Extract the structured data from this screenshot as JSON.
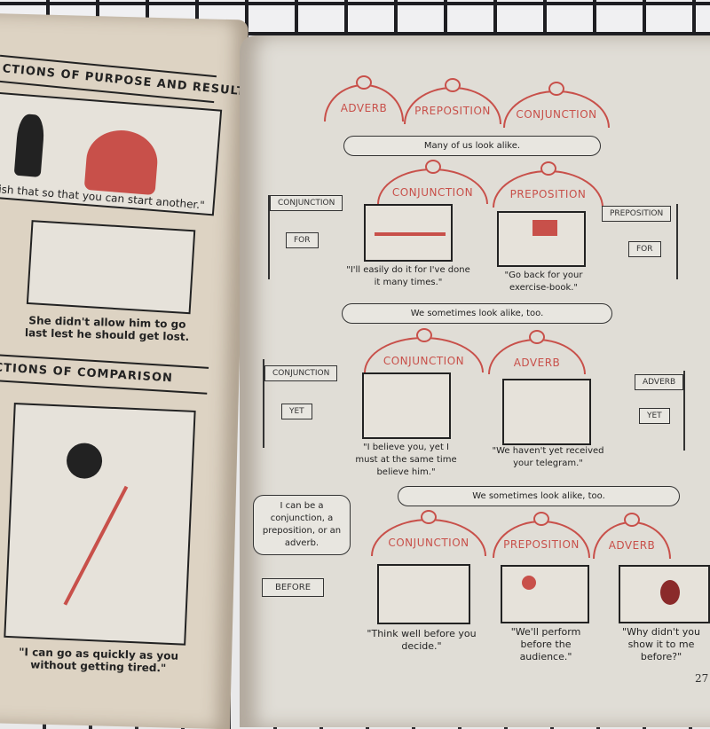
{
  "left_page": {
    "heading1": "CTIONS OF PURPOSE AND RESULT",
    "caption1": "inish that so that you can start another.\"",
    "caption2": "She didn't allow him to go last lest he should get lost.",
    "heading2": "CTIONS OF COMPARISON",
    "caption3": "\"I can go as quickly as you without getting tired.\""
  },
  "right_page": {
    "top_humps": [
      "ADVERB",
      "PREPOSITION",
      "CONJUNCTION"
    ],
    "section1": {
      "bubble": "Many of us look alike.",
      "humps": [
        "CONJUNCTION",
        "PREPOSITION"
      ],
      "left_flag": "CONJUNCTION",
      "left_sign": "FOR",
      "right_flag": "PREPOSITION",
      "right_sign": "FOR",
      "caption_left": "\"I'll easily do it for I've done it many times.\"",
      "caption_right": "\"Go back for your exercise-book.\""
    },
    "section2": {
      "bubble": "We sometimes look alike, too.",
      "humps": [
        "CONJUNCTION",
        "ADVERB"
      ],
      "left_flag": "CONJUNCTION",
      "left_sign": "YET",
      "right_flag": "ADVERB",
      "right_sign": "YET",
      "caption_left": "\"I believe you, yet I must at the same time believe him.\"",
      "caption_right": "\"We haven't yet received your telegram.\""
    },
    "section3": {
      "bubble": "We sometimes look alike, too.",
      "side_bubble": "I can be a conjunction, a preposition, or an adverb.",
      "sign": "BEFORE",
      "humps": [
        "CONJUNCTION",
        "PREPOSITION",
        "ADVERB"
      ],
      "captions": [
        "\"Think well before you decide.\"",
        "\"We'll perform before the audience.\"",
        "\"Why didn't you show it to me before?\""
      ]
    },
    "page_number": "27"
  },
  "colors": {
    "accent_red": "#c8504a",
    "ink": "#222222",
    "paper": "#e0ddd6"
  }
}
